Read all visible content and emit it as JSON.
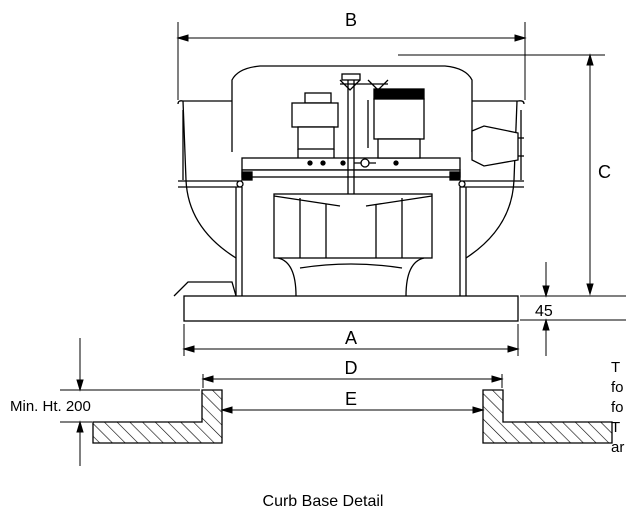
{
  "labels": {
    "dim_b": "B",
    "dim_c": "C",
    "dim_a": "A",
    "dim_45": "45",
    "dim_d": "D",
    "dim_e": "E",
    "min_ht": "Min. Ht. 200",
    "caption": "Curb Base Detail"
  },
  "side_note": [
    "T",
    "fo",
    "fo",
    "T",
    "ar"
  ],
  "colors": {
    "ink": "#000000",
    "paper": "#ffffff"
  }
}
